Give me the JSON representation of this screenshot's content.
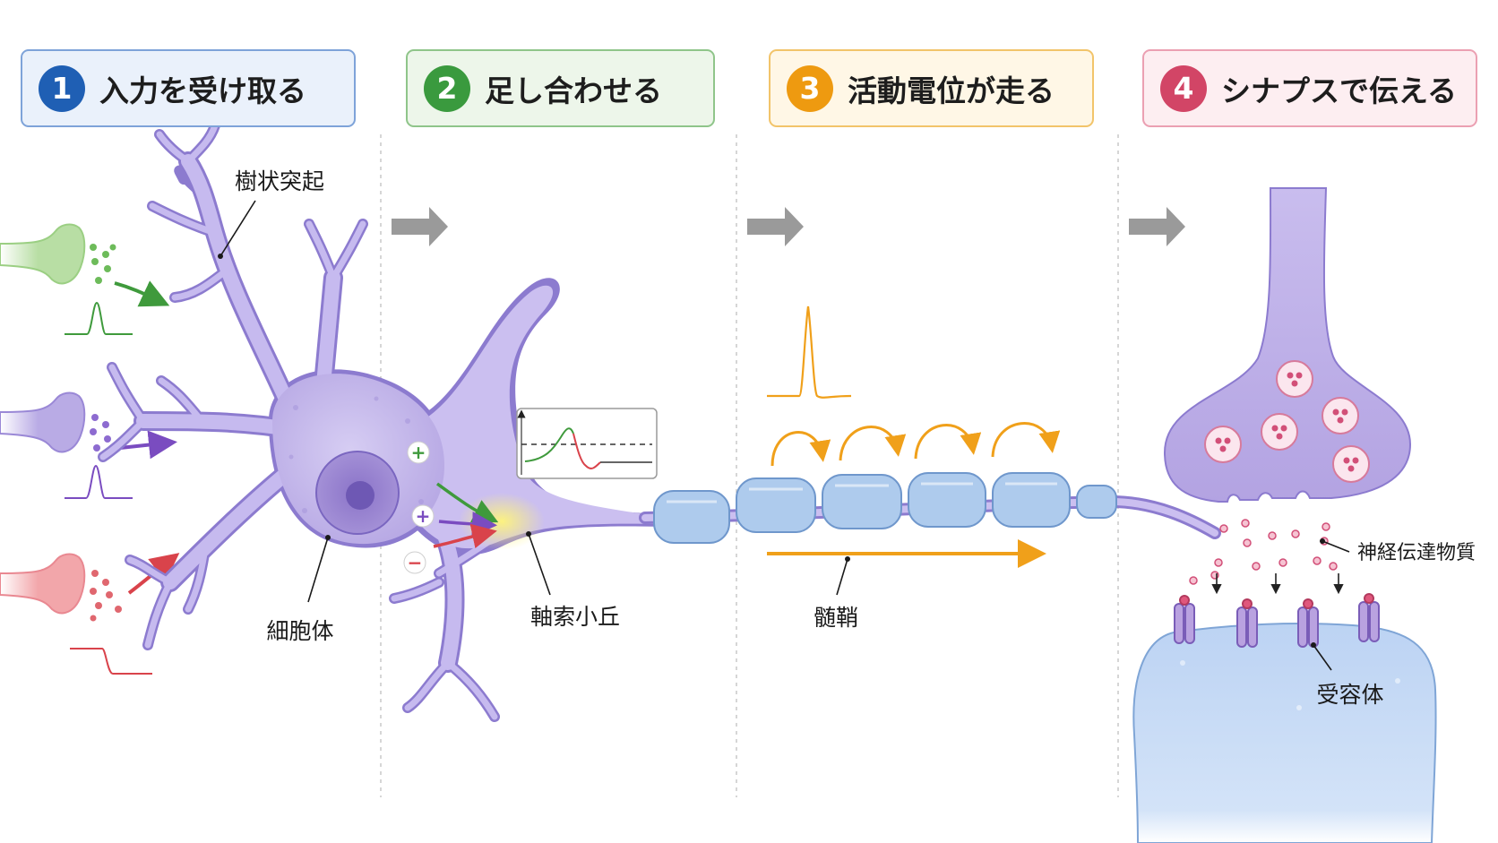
{
  "steps": [
    {
      "number": "1",
      "title": "入力を受け取る",
      "color": "#1f5fb4",
      "bg": "#eaf1fb",
      "border": "#7ea3d9"
    },
    {
      "number": "2",
      "title": "足し合わせる",
      "color": "#3a9a3e",
      "bg": "#edf6ea",
      "border": "#8fc58a"
    },
    {
      "number": "3",
      "title": "活動電位が走る",
      "color": "#ee9a10",
      "bg": "#fff7e6",
      "border": "#f2c46a"
    },
    {
      "number": "4",
      "title": "シナプスで伝える",
      "color": "#d24566",
      "bg": "#fdeef1",
      "border": "#eba0b2"
    }
  ],
  "labels": {
    "dendrite": "樹状突起",
    "soma": "細胞体",
    "axon_hillock": "軸索小丘",
    "myelin": "髄鞘",
    "neurotransmitter": "神経伝達物質",
    "receptor": "受容体"
  },
  "summation_symbols": [
    "+",
    "+",
    "−"
  ],
  "colors": {
    "excitatory": "#3f9a3c",
    "excitatory_2": "#7a4cc0",
    "inhibitory": "#d9434b",
    "action_potential": "#f0a01a",
    "neuron_body": "#b9abe5",
    "myelin": "#a9c8ec",
    "postsynaptic": "#bcd3f3"
  }
}
